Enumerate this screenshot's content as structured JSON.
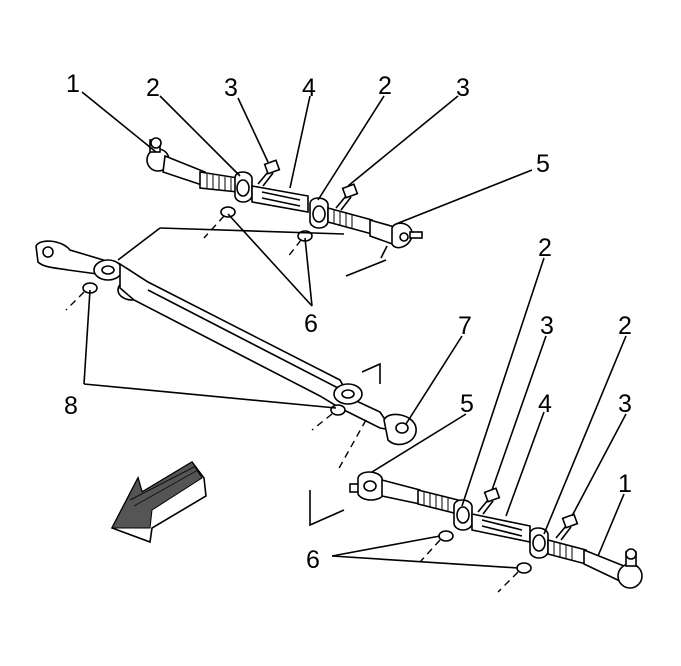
{
  "labels": {
    "top_1": "1",
    "top_2a": "2",
    "top_3a": "3",
    "top_4": "4",
    "top_2b": "2",
    "top_3b": "3",
    "top_5": "5",
    "mid_6": "6",
    "mid_7": "7",
    "mid_8": "8",
    "bot_2a": "2",
    "bot_3a": "3",
    "bot_2b": "2",
    "bot_5": "5",
    "bot_4": "4",
    "bot_3b": "3",
    "bot_1": "1",
    "bot_6": "6"
  },
  "icons": {
    "direction_arrow": "front-direction-arrow-icon"
  }
}
